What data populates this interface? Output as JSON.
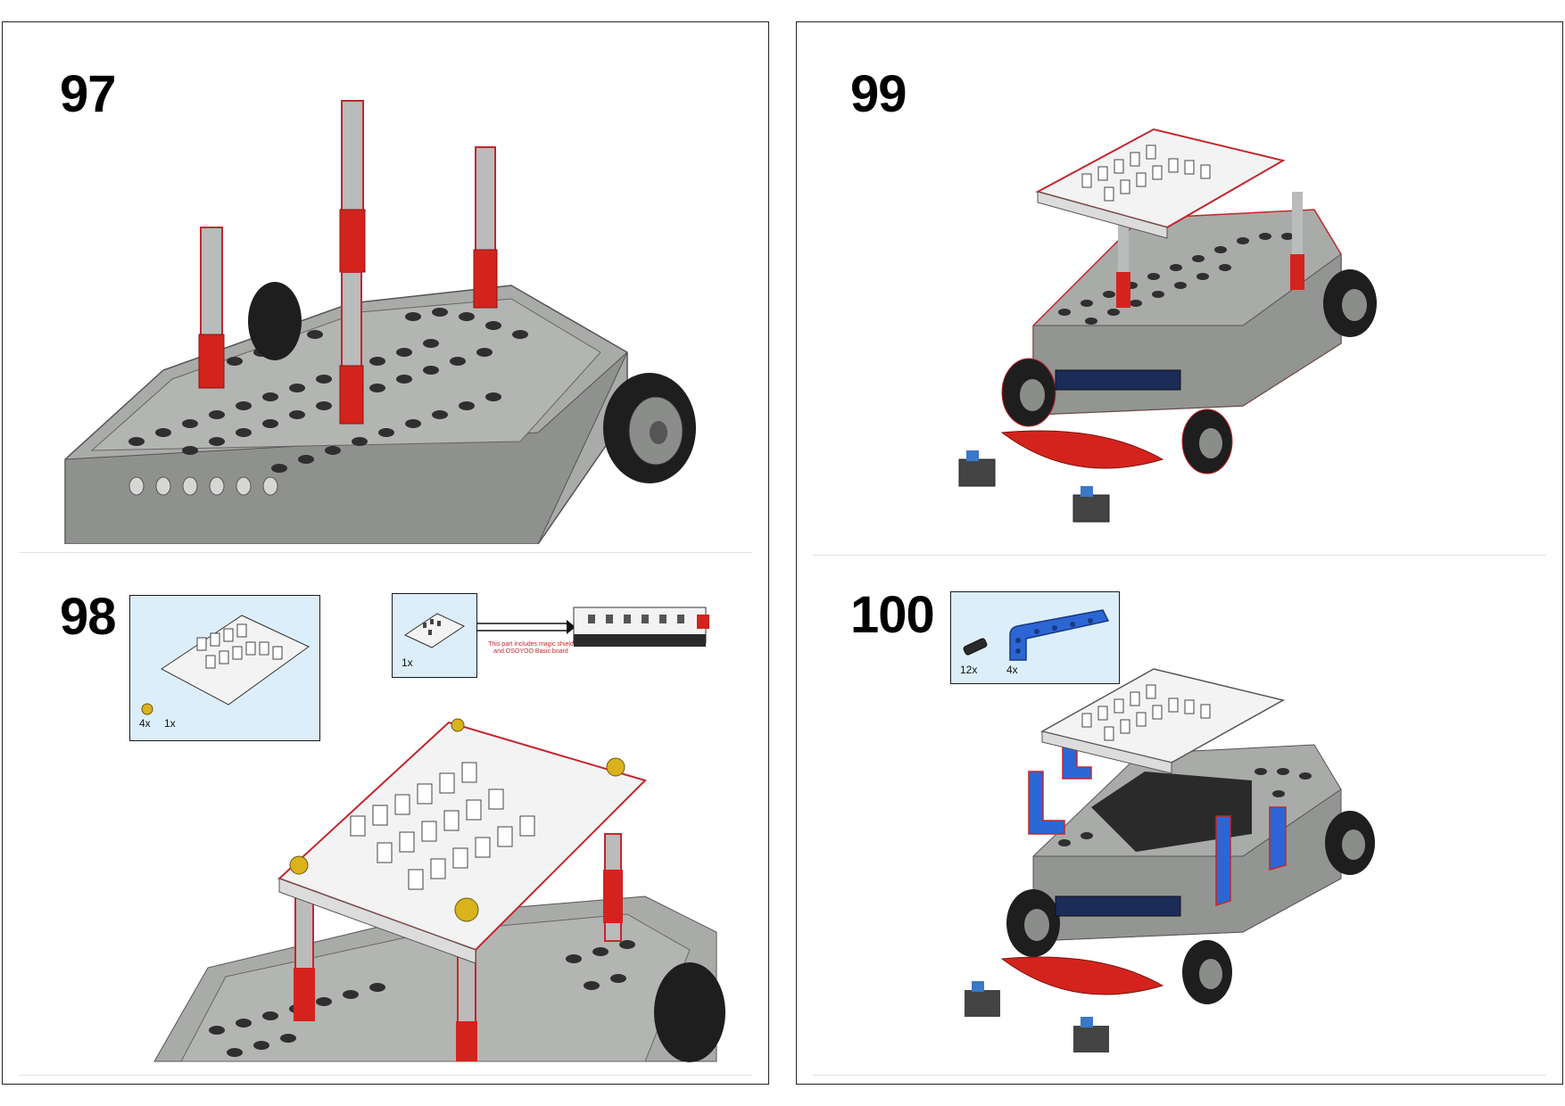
{
  "steps": {
    "s97": {
      "number": "97"
    },
    "s98": {
      "number": "98",
      "parts_callout": {
        "qty_a": "4x",
        "qty_b": "1x"
      },
      "sub_callout": {
        "qty": "1x",
        "note_line1": "This part includes magic shield",
        "note_line2": "and OSOYOO Basic board"
      }
    },
    "s99": {
      "number": "99"
    },
    "s100": {
      "number": "100",
      "parts_callout": {
        "qty_a": "12x",
        "qty_b": "4x"
      }
    }
  },
  "colors": {
    "brick_gray": "#a9aba8",
    "stud_dark": "#2f2f2f",
    "axle_red": "#d4231c",
    "axle_gray": "#b9bcba",
    "callout_bg": "#dceefa",
    "beam_blue": "#2c66d4",
    "board_white": "#f3f3f3"
  },
  "icons": [
    "tire-icon",
    "axle-pin-icon",
    "shield-board-icon",
    "liftarm-icon",
    "connector-peg-icon"
  ]
}
